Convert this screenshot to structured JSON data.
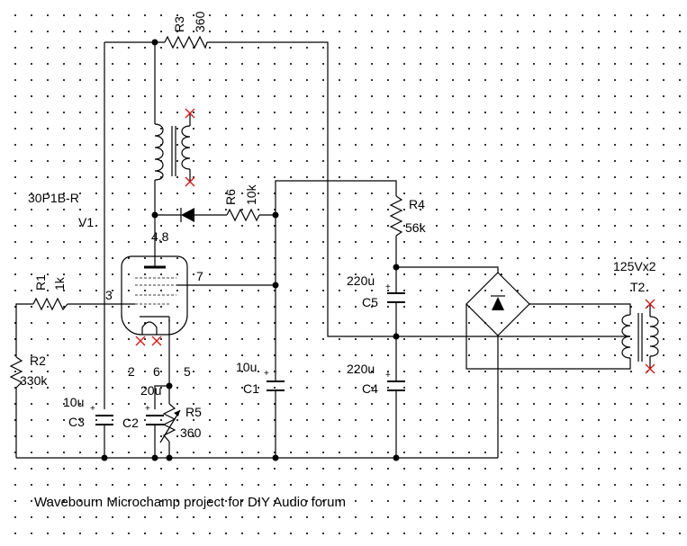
{
  "schematic": {
    "caption": "Wavebourn Microchamp project for DIY Audio forum",
    "components": {
      "r3": {
        "ref": "R3",
        "value": "360"
      },
      "r6": {
        "ref": "R6",
        "value": "10k"
      },
      "r4": {
        "ref": "R4",
        "value": "56k"
      },
      "r1": {
        "ref": "R1",
        "value": "1k"
      },
      "r2": {
        "ref": "R2",
        "value": "330k"
      },
      "r5": {
        "ref": "R5",
        "value": "360"
      },
      "v1": {
        "ref": "V1",
        "type": "30P1B-R"
      },
      "c1": {
        "ref": "C1",
        "value": "10u"
      },
      "c2": {
        "ref": "C2",
        "value": "20u"
      },
      "c3": {
        "ref": "C3",
        "value": "10u"
      },
      "c4": {
        "ref": "C4",
        "value": "220u"
      },
      "c5": {
        "ref": "C5",
        "value": "220u"
      },
      "t2": {
        "ref": "T2",
        "value": "125Vx2"
      }
    },
    "pins": {
      "p48": "4,8",
      "p7": "7",
      "p3": "3",
      "p2": "2",
      "p6": "6",
      "p5": "5"
    },
    "plus_sign": "+",
    "colors": {
      "wire": "#000000",
      "nc_marker": "#d11a1a",
      "grid_dot": "#000000",
      "background": "#ffffff"
    }
  }
}
